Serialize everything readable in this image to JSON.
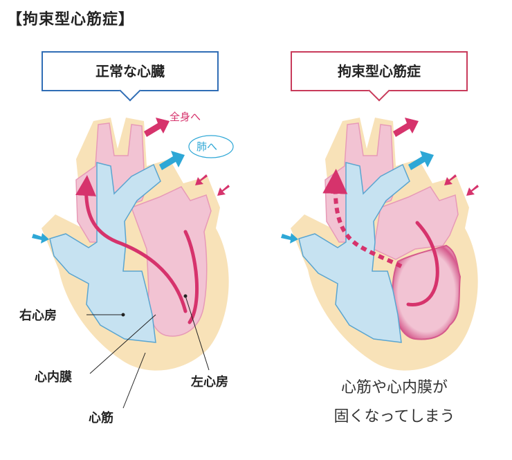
{
  "title": "【拘束型心筋症】",
  "panels": {
    "normal": {
      "heading": "正常な心臓"
    },
    "restrictive": {
      "heading": "拘束型心筋症"
    }
  },
  "arrows": {
    "to_body": "全身へ",
    "to_lungs": "肺へ"
  },
  "labels": {
    "right_atrium": "右心房",
    "endocardium": "心内膜",
    "myocardium": "心筋",
    "left_atrium": "左心房"
  },
  "description": {
    "line1": "心筋や心内膜が",
    "line2": "固くなってしまう"
  },
  "colors": {
    "pink_flow": "#d6336c",
    "blue_flow": "#2ea7d6",
    "heart_wall": "#f8e2b8",
    "right_side": "#c6e2f1",
    "left_side": "#f2c3d3",
    "stiff_area": "#e986ad"
  }
}
